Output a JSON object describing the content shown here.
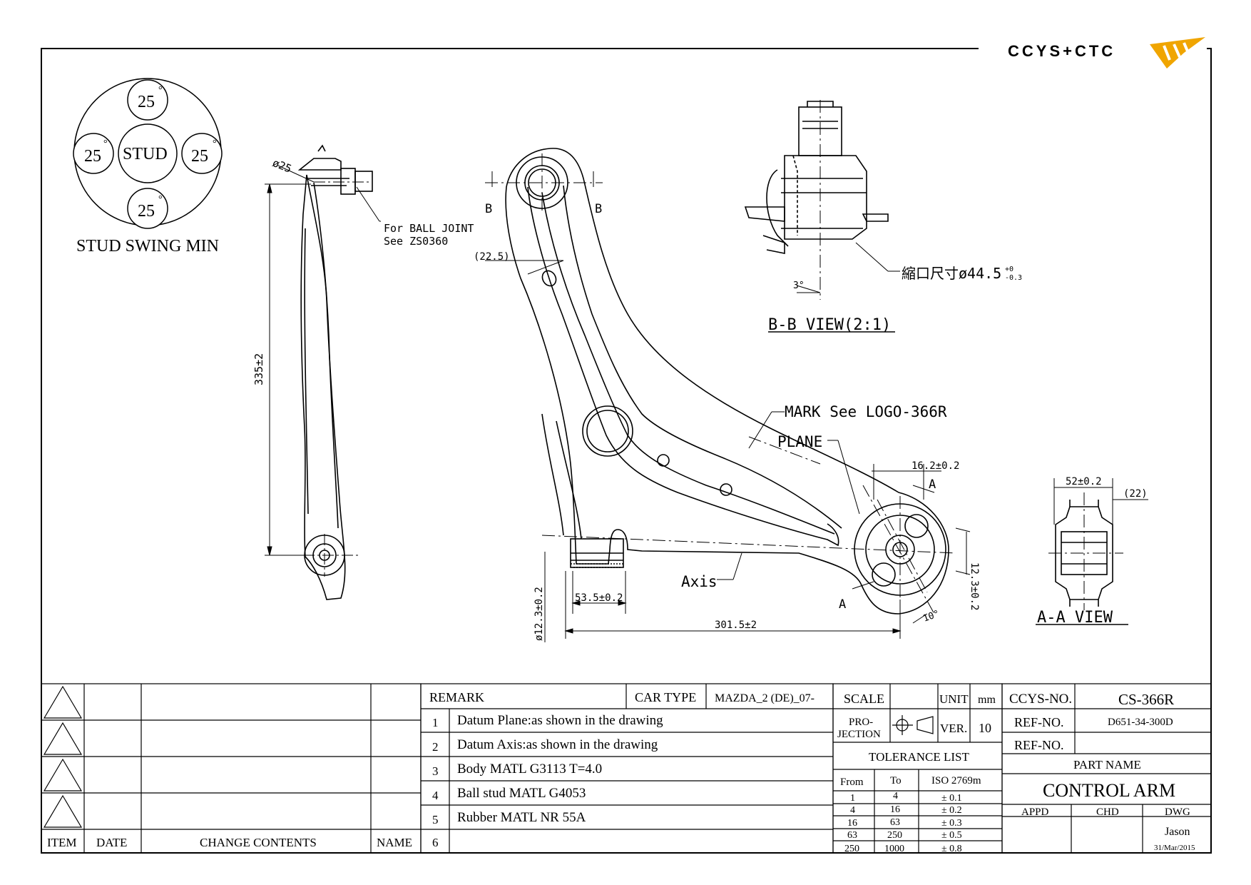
{
  "logo": {
    "text": "CCYS+CTC"
  },
  "stud_swing": {
    "title": "STUD SWING MIN",
    "center": "STUD",
    "angles": [
      "25",
      "25",
      "25",
      "25"
    ],
    "degree_sign": "°"
  },
  "side_view": {
    "dia_label": "ø25",
    "length_label": "335±2",
    "note_line1": "For BALL JOINT",
    "note_line2": "See ZS0360"
  },
  "main_view": {
    "section_b": "B",
    "ref_dim": "(22.5)",
    "mark_label": "MARK See LOGO-366R",
    "plane_label": "PLANE",
    "axis_label": "Axis",
    "section_a": "A",
    "dim_bushing_width": "53.5±0.2",
    "dim_bushing_dia": "ø12.3±0.2",
    "dim_overall": "301.5±2",
    "dim_offset": "16.2±0.2",
    "dim_bore": "12.3±0.2",
    "angle_10": "10°"
  },
  "bb_view": {
    "title": "B-B VIEW(2:1)",
    "crimp_label": "縮口尺寸ø44.5",
    "crimp_tol_upper": "+0",
    "crimp_tol_lower": "-0.3",
    "angle_3": "3°"
  },
  "aa_view": {
    "title": "A-A VIEW",
    "dim_width": "52±0.2",
    "dim_ref": "(22)"
  },
  "revision_table": {
    "headers": {
      "item": "ITEM",
      "date": "DATE",
      "contents": "CHANGE CONTENTS",
      "name": "NAME"
    }
  },
  "remarks": {
    "header": "REMARK",
    "items": [
      {
        "no": "1",
        "text": "Datum Plane:as shown in the drawing"
      },
      {
        "no": "2",
        "text": "Datum Axis:as shown in the drawing"
      },
      {
        "no": "3",
        "text": "Body MATL G3113  T=4.0"
      },
      {
        "no": "4",
        "text": "Ball stud MATL G4053"
      },
      {
        "no": "5",
        "text": "Rubber MATL NR 55A"
      },
      {
        "no": "6",
        "text": ""
      }
    ]
  },
  "car_type": {
    "label": "CAR TYPE",
    "value": "MAZDA_2 (DE)_07-"
  },
  "scale": {
    "label": "SCALE",
    "value": ""
  },
  "unit": {
    "label": "UNIT",
    "value": "mm"
  },
  "projection": {
    "label_line1": "PRO-",
    "label_line2": "JECTION"
  },
  "version": {
    "label": "VER.",
    "value": "10"
  },
  "tolerance": {
    "title": "TOLERANCE LIST",
    "headers": [
      "From",
      "To",
      "ISO 2769m"
    ],
    "rows": [
      [
        "1",
        "4",
        "± 0.1"
      ],
      [
        "4",
        "16",
        "± 0.2"
      ],
      [
        "16",
        "63",
        "± 0.3"
      ],
      [
        "63",
        "250",
        "± 0.5"
      ],
      [
        "250",
        "1000",
        "± 0.8"
      ]
    ]
  },
  "title_block": {
    "ccys_no_label": "CCYS-NO.",
    "ccys_no": "CS-366R",
    "ref_no_label": "REF-NO.",
    "ref_no_1": "D651-34-300D",
    "ref_no_label_2": "REF-NO.",
    "ref_no_2": "",
    "part_name_label": "PART NAME",
    "part_name": "CONTROL ARM",
    "appd": "APPD",
    "chd": "CHD",
    "dwg": "DWG",
    "drawer": "Jason",
    "date": "31/Mar/2015"
  },
  "colors": {
    "line": "#000000",
    "logo_grey": "#6d6d6d",
    "logo_orange": "#f0a500"
  }
}
